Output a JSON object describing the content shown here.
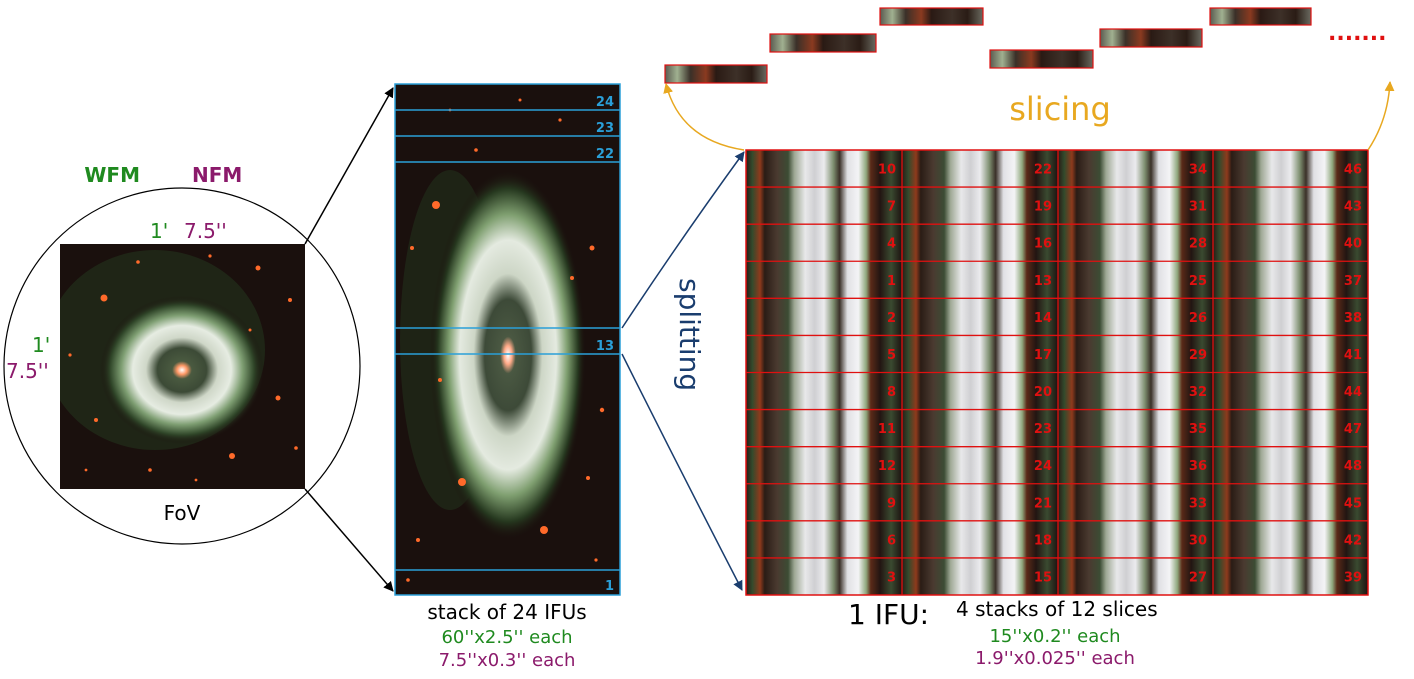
{
  "fov": {
    "mode_wfm": "WFM",
    "mode_nfm": "NFM",
    "top_wfm": "1'",
    "top_nfm": "7.5''",
    "left_wfm": "1'",
    "left_nfm": "7.5''",
    "label": "FoV"
  },
  "ifu_stack": {
    "numbers_top": [
      "24",
      "23",
      "22"
    ],
    "number_mid": "13",
    "number_bottom": "1",
    "caption": "stack of 24 IFUs",
    "size_wfm": "60''x2.5'' each",
    "size_nfm": "7.5''x0.3'' each"
  },
  "splitting_label": "splitting",
  "slicing_label": "slicing",
  "slicing_ellipsis": ".......",
  "slices": {
    "rows": [
      [
        "10",
        "22",
        "34",
        "46"
      ],
      [
        "7",
        "19",
        "31",
        "43"
      ],
      [
        "4",
        "16",
        "28",
        "40"
      ],
      [
        "1",
        "13",
        "25",
        "37"
      ],
      [
        "2",
        "14",
        "26",
        "38"
      ],
      [
        "5",
        "17",
        "29",
        "41"
      ],
      [
        "8",
        "20",
        "32",
        "44"
      ],
      [
        "11",
        "23",
        "35",
        "47"
      ],
      [
        "12",
        "24",
        "36",
        "48"
      ],
      [
        "9",
        "21",
        "33",
        "45"
      ],
      [
        "6",
        "18",
        "30",
        "42"
      ],
      [
        "3",
        "15",
        "27",
        "39"
      ]
    ]
  },
  "ifu_caption": {
    "big": "1 IFU:",
    "rest": "4 stacks of 12 slices",
    "size_wfm": "15''x0.2'' each",
    "size_nfm": "1.9''x0.025'' each"
  },
  "colors": {
    "wfm": "#1f8a1f",
    "nfm": "#8b1a6b",
    "slice_grid": "#e01010",
    "ifu_grid": "#2a9fd8",
    "arrow_dark": "#1a3d6e",
    "arrow_gold": "#e8a820"
  }
}
